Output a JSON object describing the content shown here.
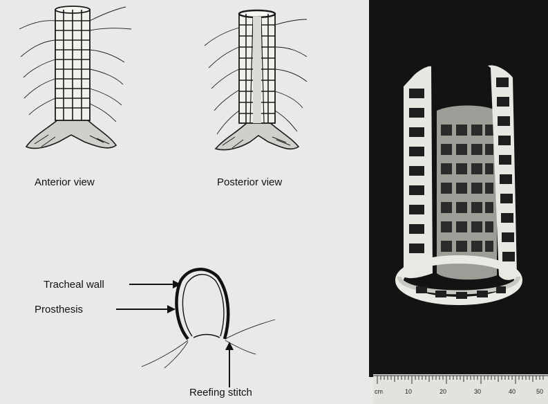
{
  "labels": {
    "anterior_view": "Anterior view",
    "posterior_view": "Posterior view",
    "tracheal_wall": "Tracheal wall",
    "prosthesis": "Prosthesis",
    "reefing_stitch": "Reefing stitch"
  },
  "ruler": {
    "unit": "cm",
    "numbers": [
      "10",
      "20",
      "30",
      "40",
      "50"
    ]
  },
  "colors": {
    "paper": "#e9e9e7",
    "ink": "#111111",
    "photo_background": "#131313",
    "prosthesis_white": "#e8e8e2"
  }
}
